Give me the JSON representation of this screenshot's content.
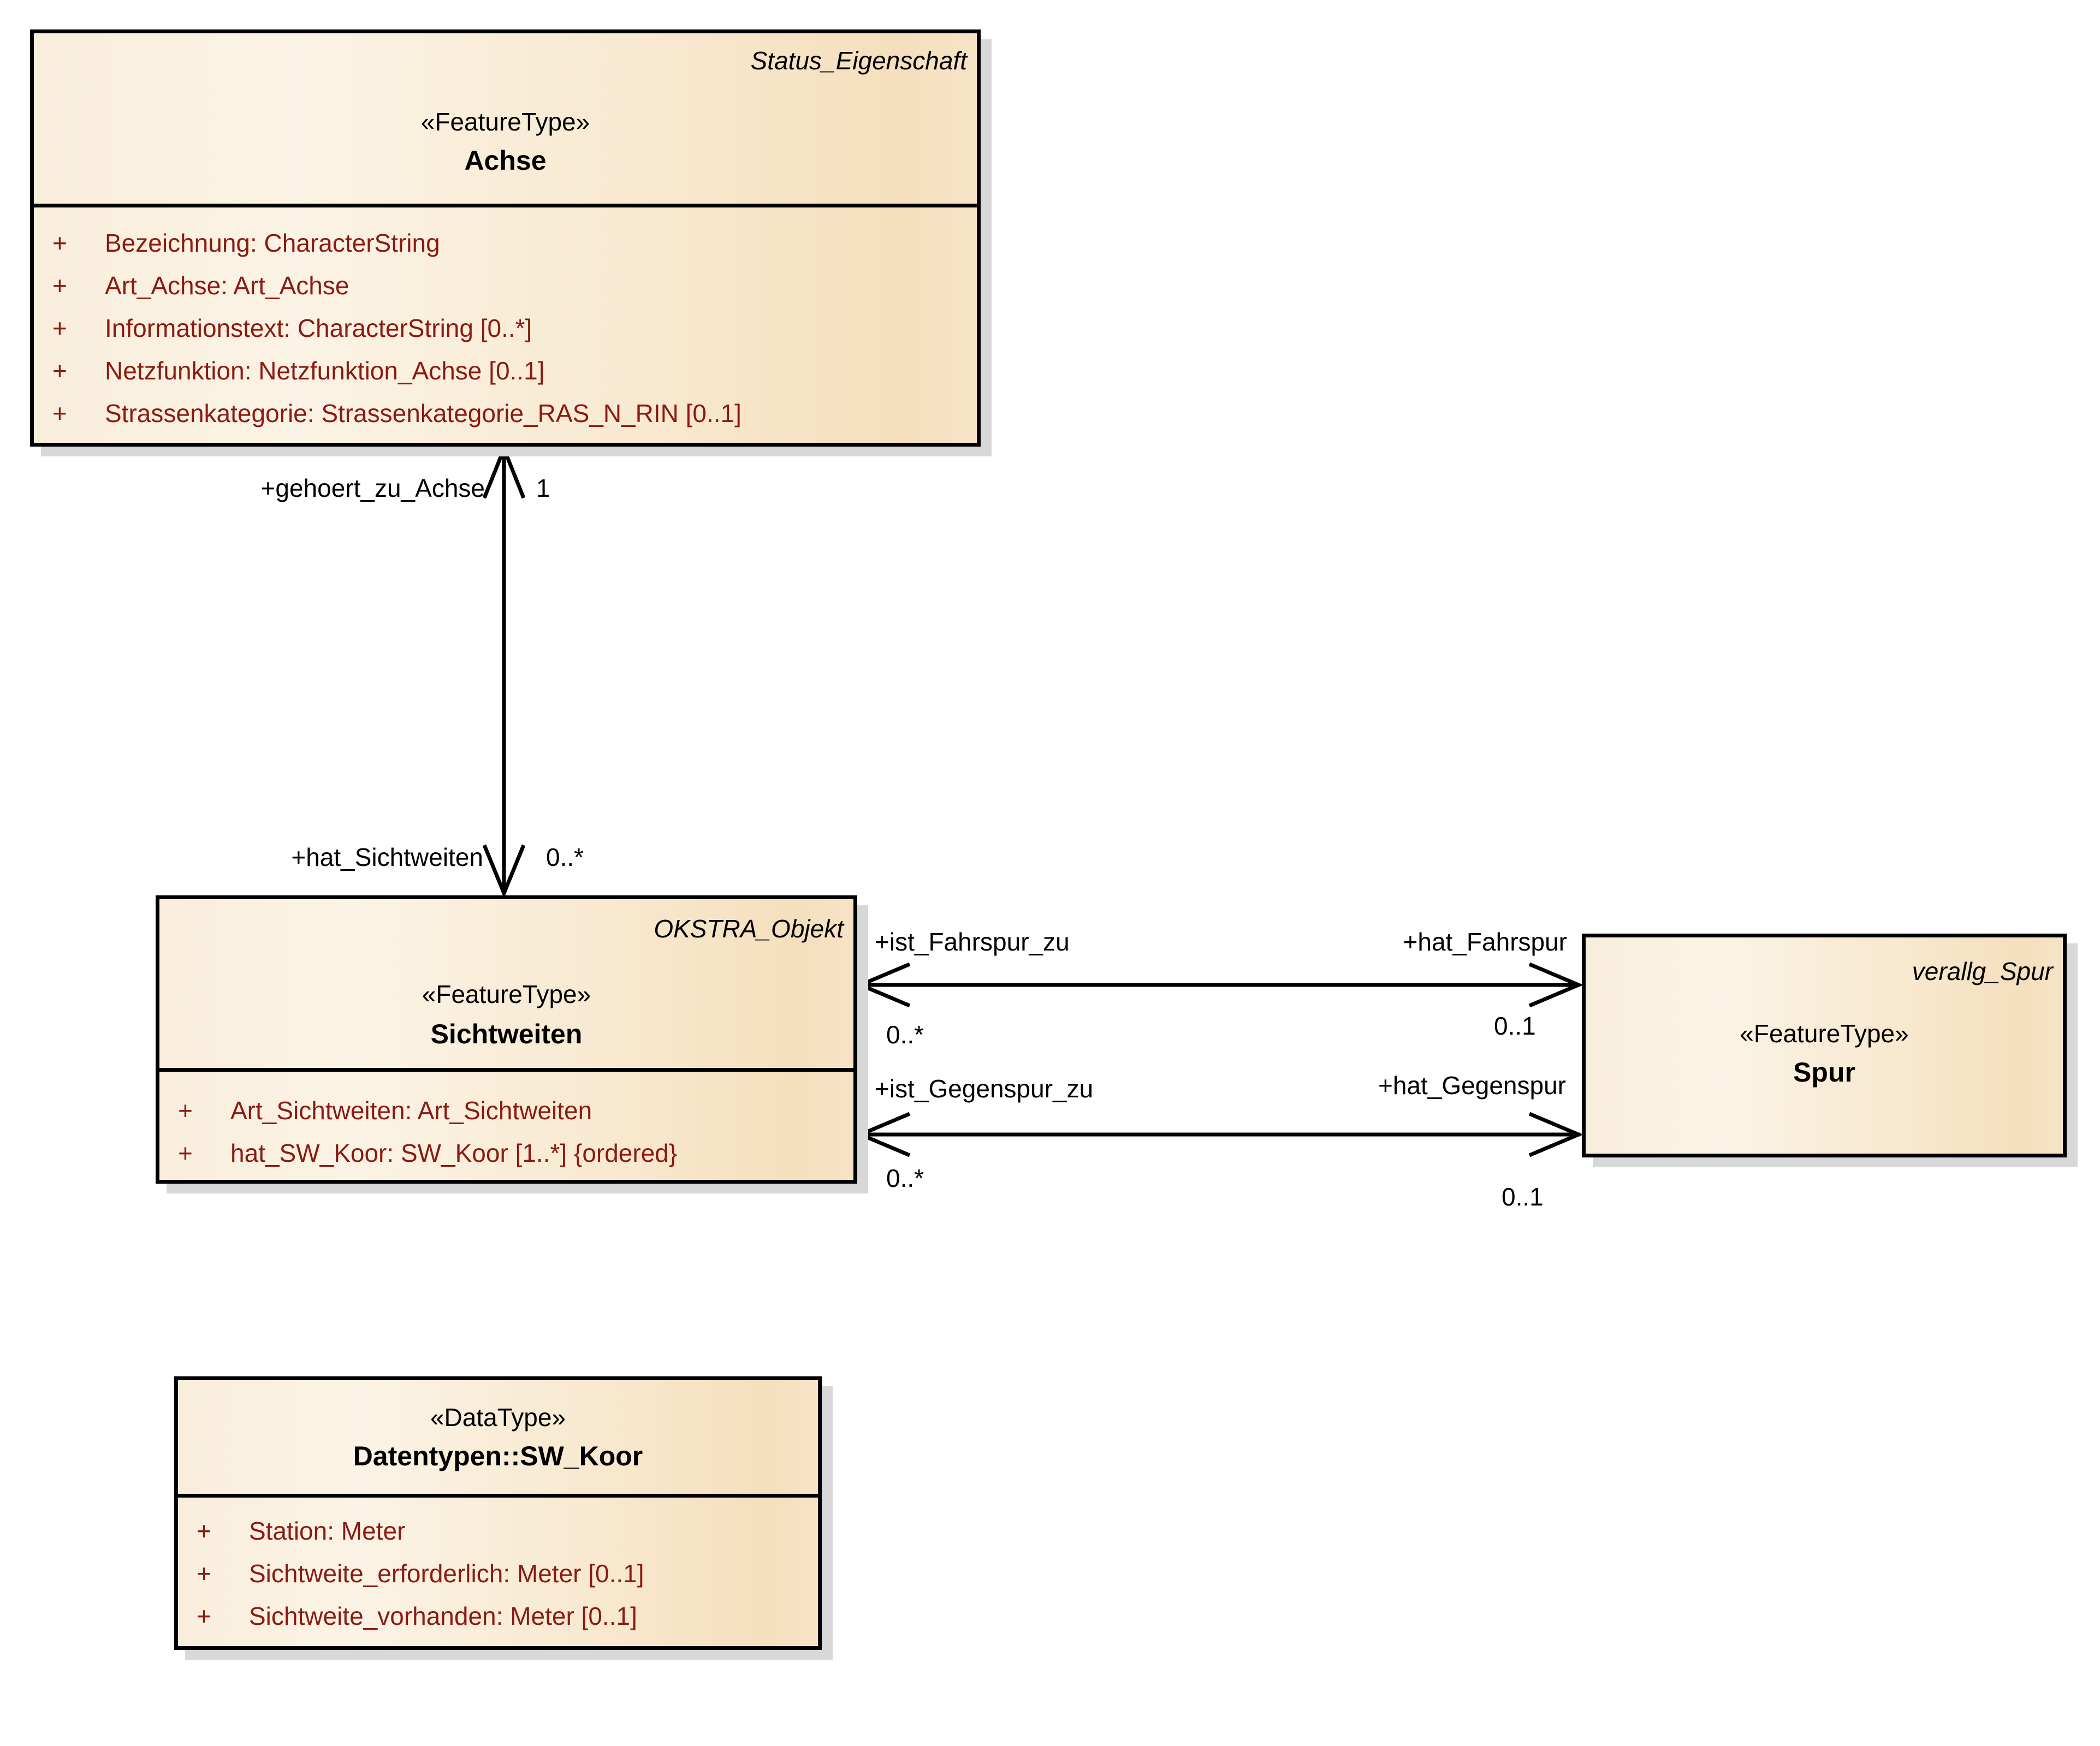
{
  "diagram": {
    "background_color": "#ffffff",
    "box_border_color": "#000000",
    "box_fill_light": "#fbf3e5",
    "box_fill_dark": "#f5dfbd",
    "attribute_text_color": "#8b1a12",
    "shadow_color": "#d8d8d8",
    "line_color": "#000000"
  },
  "classes": {
    "achse": {
      "tagname": "Status_Eigenschaft",
      "stereotype": "«FeatureType»",
      "name": "Achse",
      "attributes": [
        {
          "vis": "+",
          "text": "Bezeichnung: CharacterString"
        },
        {
          "vis": "+",
          "text": "Art_Achse: Art_Achse"
        },
        {
          "vis": "+",
          "text": "Informationstext: CharacterString [0..*]"
        },
        {
          "vis": "+",
          "text": "Netzfunktion: Netzfunktion_Achse [0..1]"
        },
        {
          "vis": "+",
          "text": "Strassenkategorie: Strassenkategorie_RAS_N_RIN [0..1]"
        }
      ]
    },
    "sichtweiten": {
      "tagname": "OKSTRA_Objekt",
      "stereotype": "«FeatureType»",
      "name": "Sichtweiten",
      "attributes": [
        {
          "vis": "+",
          "text": "Art_Sichtweiten: Art_Sichtweiten"
        },
        {
          "vis": "+",
          "text": "hat_SW_Koor: SW_Koor [1..*] {ordered}"
        }
      ]
    },
    "spur": {
      "tagname": "verallg_Spur",
      "stereotype": "«FeatureType»",
      "name": "Spur",
      "attributes": []
    },
    "sw_koor": {
      "stereotype": "«DataType»",
      "name": "Datentypen::SW_Koor",
      "attributes": [
        {
          "vis": "+",
          "text": "Station: Meter"
        },
        {
          "vis": "+",
          "text": "Sichtweite_erforderlich: Meter [0..1]"
        },
        {
          "vis": "+",
          "text": "Sichtweite_vorhanden: Meter [0..1]"
        }
      ]
    }
  },
  "associations": {
    "achse_sichtweiten": {
      "role_achse": "+gehoert_zu_Achse",
      "mult_achse": "1",
      "role_sichtweiten": "+hat_Sichtweiten",
      "mult_sichtweiten": "0..*"
    },
    "fahrspur": {
      "role_left": "+ist_Fahrspur_zu",
      "mult_left": "0..*",
      "role_right": "+hat_Fahrspur",
      "mult_right": "0..1"
    },
    "gegenspur": {
      "role_left": "+ist_Gegenspur_zu",
      "mult_left": "0..*",
      "role_right": "+hat_Gegenspur",
      "mult_right": "0..1"
    }
  }
}
